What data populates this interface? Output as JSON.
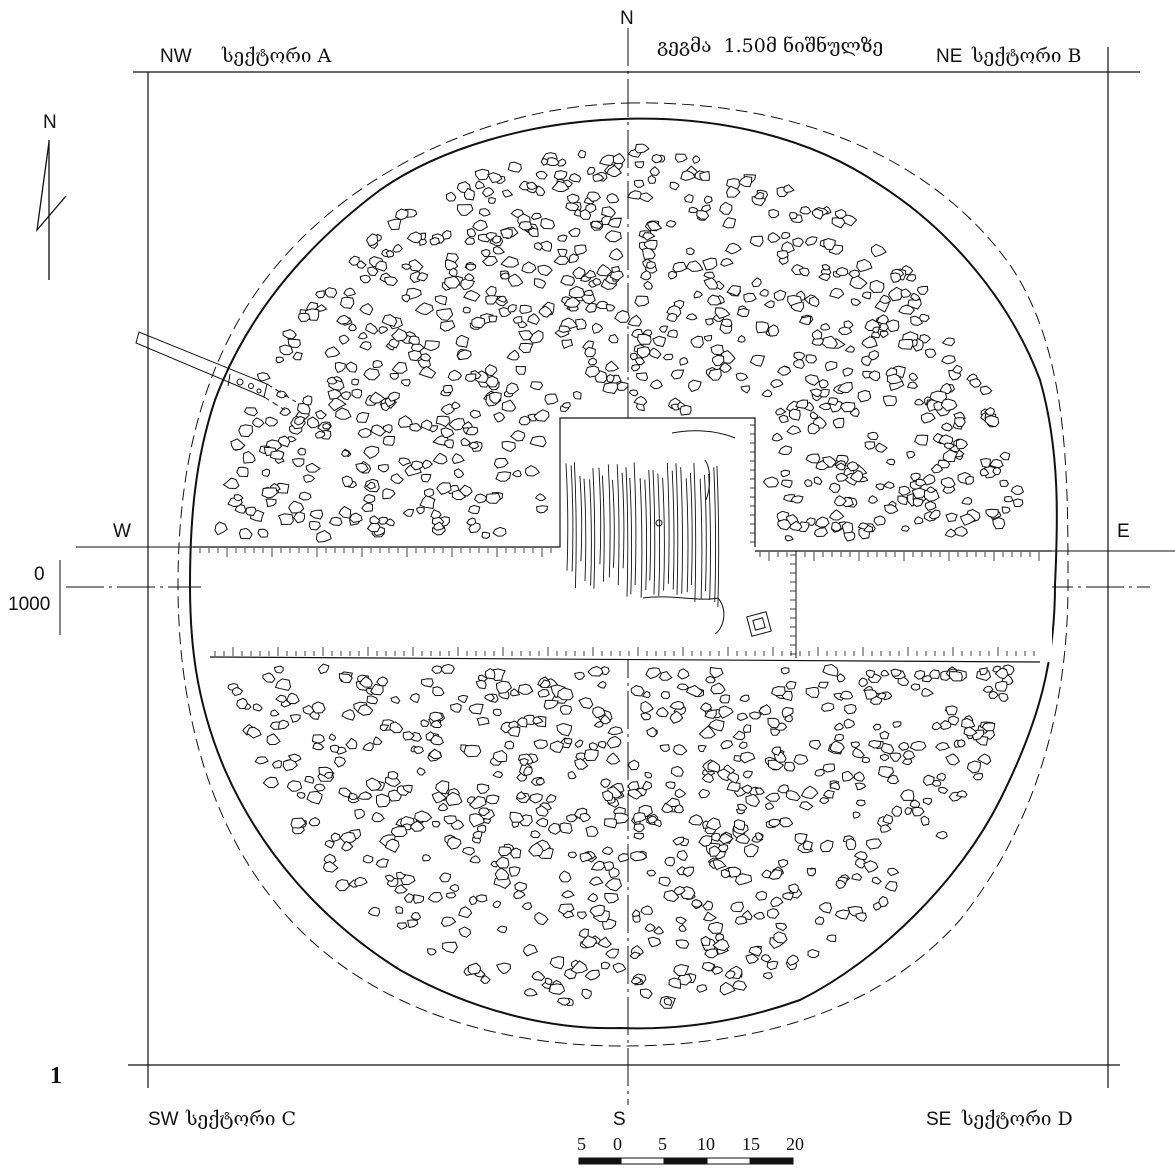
{
  "figure_number": "1",
  "title": "გეგმა  1.50მ ნიშნულზე",
  "compass": {
    "main_north": "N",
    "arrow_north": "N",
    "south": "S",
    "west": "W",
    "east": "E"
  },
  "sectors": {
    "nw": {
      "code": "NW",
      "name": "სექტორი A"
    },
    "ne": {
      "code": "NE",
      "name": "სექტორი B"
    },
    "sw": {
      "code": "SW",
      "name": "სექტორი C"
    },
    "se": {
      "code": "SE",
      "name": "სექტორი D"
    }
  },
  "elevation": {
    "upper": "0",
    "lower": "1000"
  },
  "scale_bar": {
    "labels": [
      "5",
      "0",
      "5",
      "10",
      "15",
      "20"
    ]
  },
  "colors": {
    "ink": "#111111",
    "paper": "#ffffff"
  }
}
